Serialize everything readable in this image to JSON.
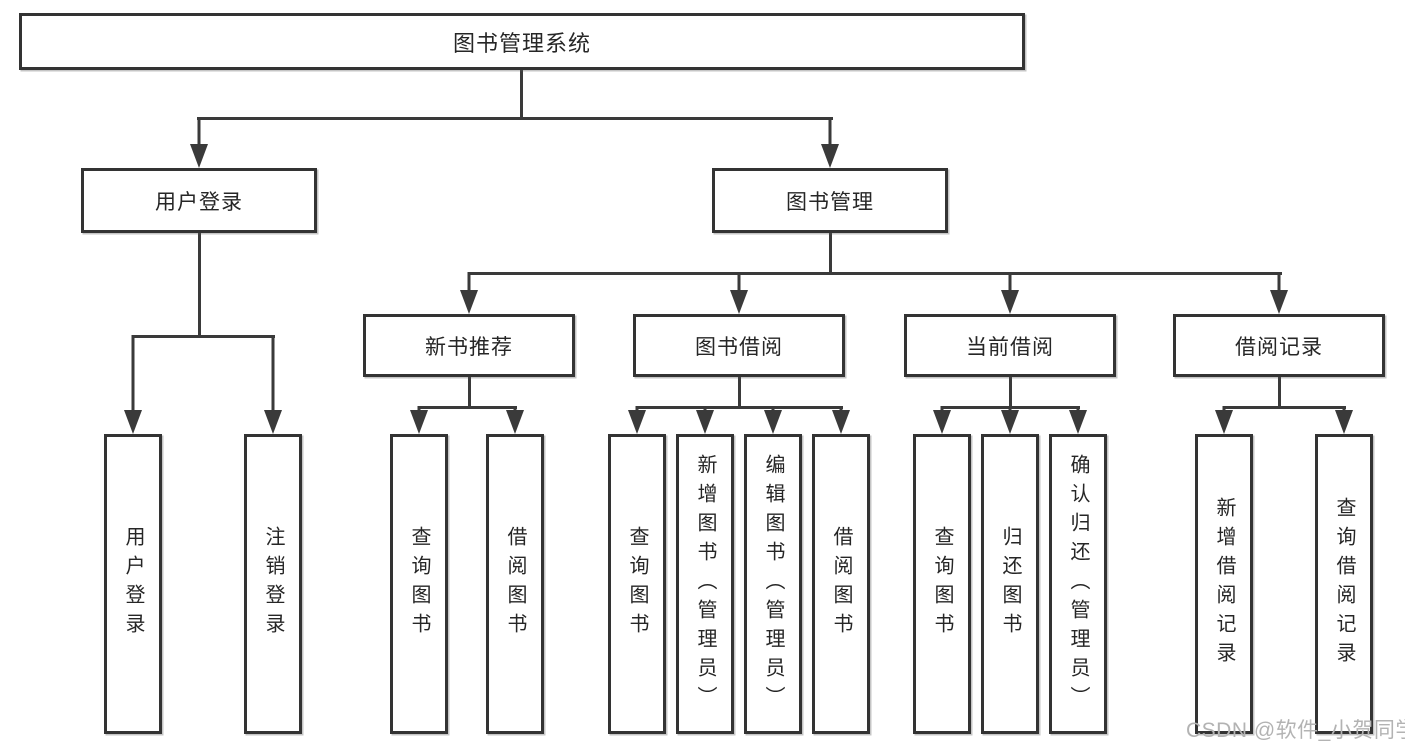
{
  "diagram": {
    "title": "图书管理系统",
    "branches": [
      {
        "label": "用户登录",
        "children": [
          {
            "label": "用户登录"
          },
          {
            "label": "注销登录"
          }
        ]
      },
      {
        "label": "图书管理",
        "children": [
          {
            "label": "新书推荐",
            "children": [
              {
                "label": "查询图书"
              },
              {
                "label": "借阅图书"
              }
            ]
          },
          {
            "label": "图书借阅",
            "children": [
              {
                "label": "查询图书"
              },
              {
                "label": "新增图书（管理员）"
              },
              {
                "label": "编辑图书（管理员）"
              },
              {
                "label": "借阅图书"
              }
            ]
          },
          {
            "label": "当前借阅",
            "children": [
              {
                "label": "查询图书"
              },
              {
                "label": "归还图书"
              },
              {
                "label": "确认归还（管理员）"
              }
            ]
          },
          {
            "label": "借阅记录",
            "children": [
              {
                "label": "新增借阅记录"
              },
              {
                "label": "查询借阅记录"
              }
            ]
          }
        ]
      }
    ]
  },
  "watermark": {
    "text": "CSDN @软件_小贺同学"
  },
  "colors": {
    "line": "#3a3a3a",
    "border": "#333333",
    "text": "#262626",
    "watermark": "#b3b3b3",
    "background": "#ffffff"
  }
}
